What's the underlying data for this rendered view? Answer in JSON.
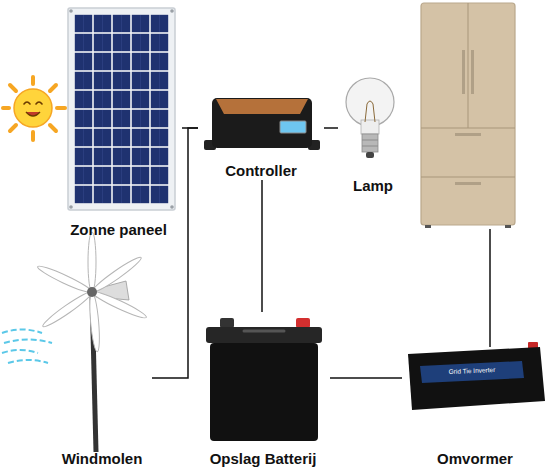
{
  "diagram": {
    "nodes": [
      {
        "text": [
          "Zonne paneel"
        ]
      },
      {
        "text": [
          "Controller"
        ]
      },
      {
        "text": [
          "Lamp"
        ]
      },
      {
        "text": [
          "Windmolen"
        ]
      },
      {
        "text": [
          "Opslag Batterij"
        ]
      },
      {
        "text": [
          "Omvormer"
        ]
      }
    ],
    "edges": [
      {
        "from": 0,
        "to": 1,
        "arrow": "none"
      },
      {
        "from": 1,
        "to": 2,
        "arrow": "none"
      },
      {
        "from": 1,
        "to": 4,
        "arrow": "none"
      },
      {
        "from": 3,
        "to": 1,
        "arrow": "none"
      },
      {
        "from": 4,
        "to": 5,
        "arrow": "none"
      }
    ],
    "labels": [
      "Grid Tie Inverter"
    ]
  }
}
